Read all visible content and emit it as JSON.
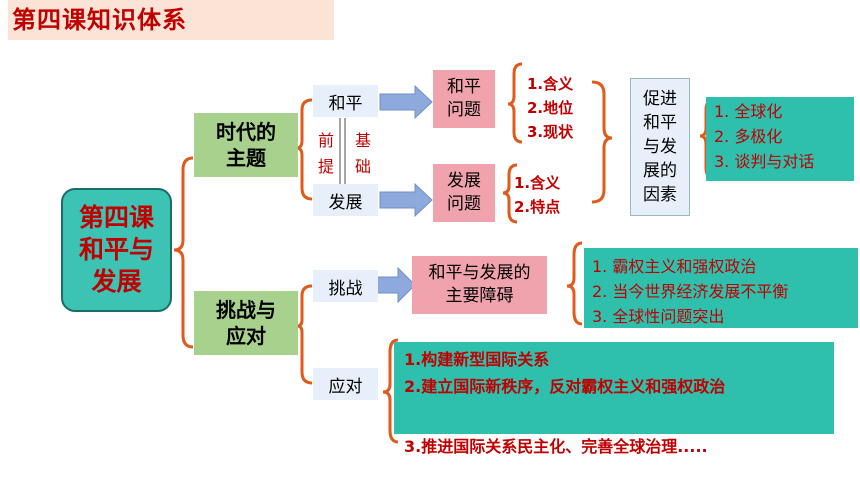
{
  "title": "第四课知识体系",
  "root": "第四课和平与发展",
  "branch_top": "时代的主题",
  "branch_bottom": "挑战与应对",
  "peace": "和平",
  "development": "发展",
  "qian_ti": [
    "前",
    "提"
  ],
  "ji_chu": [
    "基",
    "础"
  ],
  "peace_issue": "和平问题",
  "peace_points": [
    "1.含义",
    "2.地位",
    "3.现状"
  ],
  "dev_issue": "发展问题",
  "dev_points": [
    "1.含义",
    "2.特点"
  ],
  "factors_title": "促进和平与发展的因素",
  "factors": [
    "1. 全球化",
    "2. 多极化",
    "3. 谈判与对话"
  ],
  "challenge": "挑战",
  "obstacle": "和平与发展的主要障碍",
  "obstacles": [
    "1. 霸权主义和强权政治",
    "2. 当今世界经济发展不平衡",
    "3. 全球性问题突出"
  ],
  "response": "应对",
  "responses": [
    "1.构建新型国际关系",
    "2.建立国际新秩序，反对霸权主义和强权政治",
    "3.推进国际关系民主化、完善全球治理....."
  ]
}
